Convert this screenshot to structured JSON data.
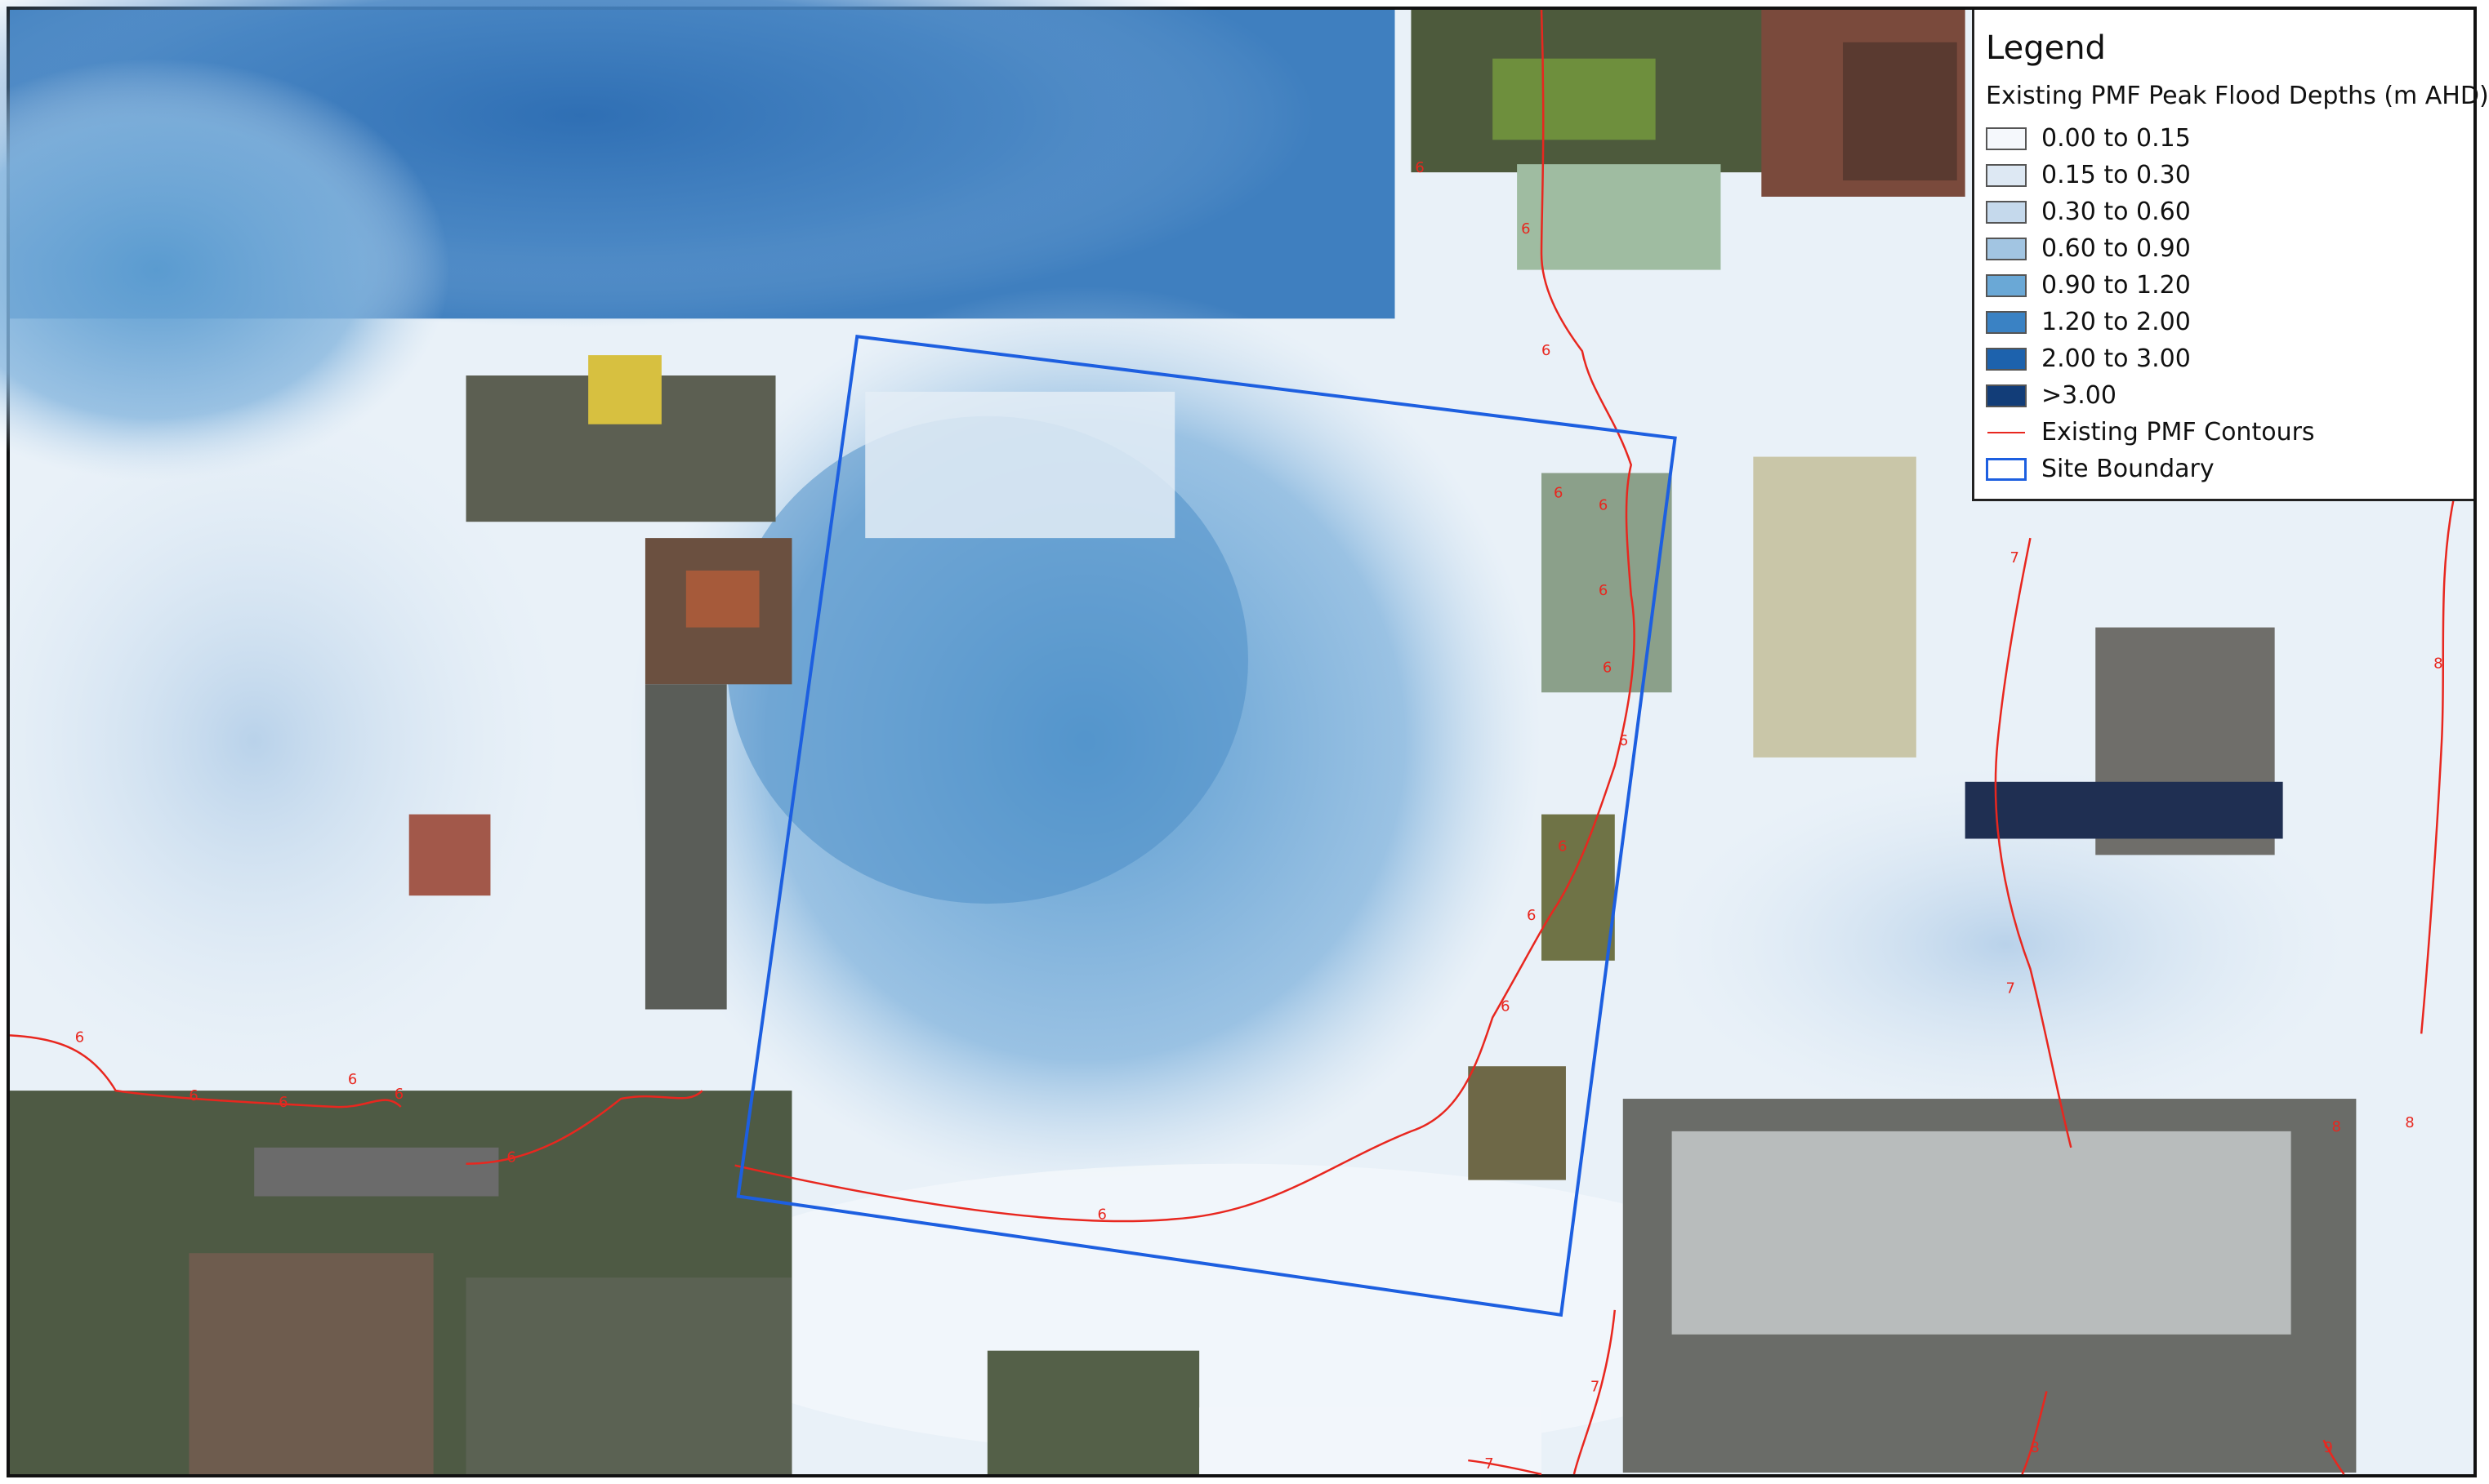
{
  "legend": {
    "title": "Legend",
    "subtitle": "Existing PMF Peak Flood Depths (m AHD)",
    "classes": [
      {
        "label": "0.00 to 0.15",
        "color": "#f5f8fc"
      },
      {
        "label": "0.15 to 0.30",
        "color": "#dde8f3"
      },
      {
        "label": "0.30 to 0.60",
        "color": "#c5d9ec"
      },
      {
        "label": "0.60 to 0.90",
        "color": "#a2c5e2"
      },
      {
        "label": "0.90 to 1.20",
        "color": "#6aa8d6"
      },
      {
        "label": "1.20 to 2.00",
        "color": "#3a82c4"
      },
      {
        "label": "2.00 to 3.00",
        "color": "#1d62ad"
      },
      {
        "label": ">3.00",
        "color": "#123d78"
      }
    ],
    "contours_label": "Existing PMF Contours",
    "contours_color": "#e8271f",
    "boundary_label": "Site Boundary",
    "boundary_color": "#1d5fe0"
  },
  "contour_labels": [
    "6",
    "6",
    "6",
    "6",
    "6",
    "6",
    "6",
    "6",
    "6",
    "6",
    "6",
    "6",
    "6",
    "6",
    "6",
    "6",
    "6",
    "6",
    "7",
    "7",
    "7",
    "7",
    "8",
    "8",
    "8",
    "8",
    "9"
  ]
}
